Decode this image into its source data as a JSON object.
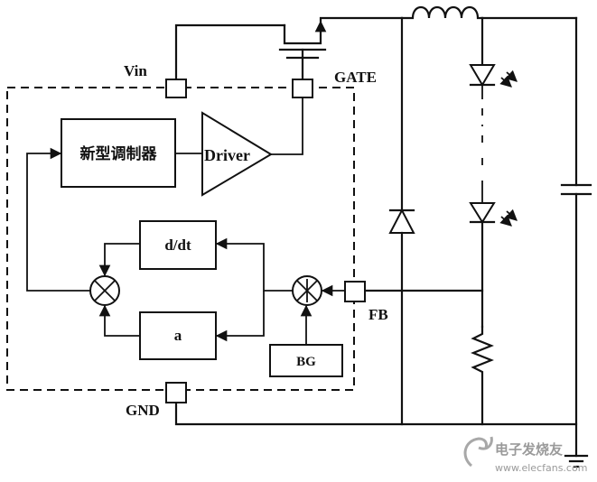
{
  "labels": {
    "vin": "Vin",
    "gate": "GATE",
    "fb": "FB",
    "gnd": "GND",
    "modulator": "新型调制器",
    "driver": "Driver",
    "ddt": "d/dt",
    "a": "a",
    "bg": "BG"
  },
  "watermark": {
    "name": "电子发烧友",
    "url": "www.elecfans.com"
  }
}
